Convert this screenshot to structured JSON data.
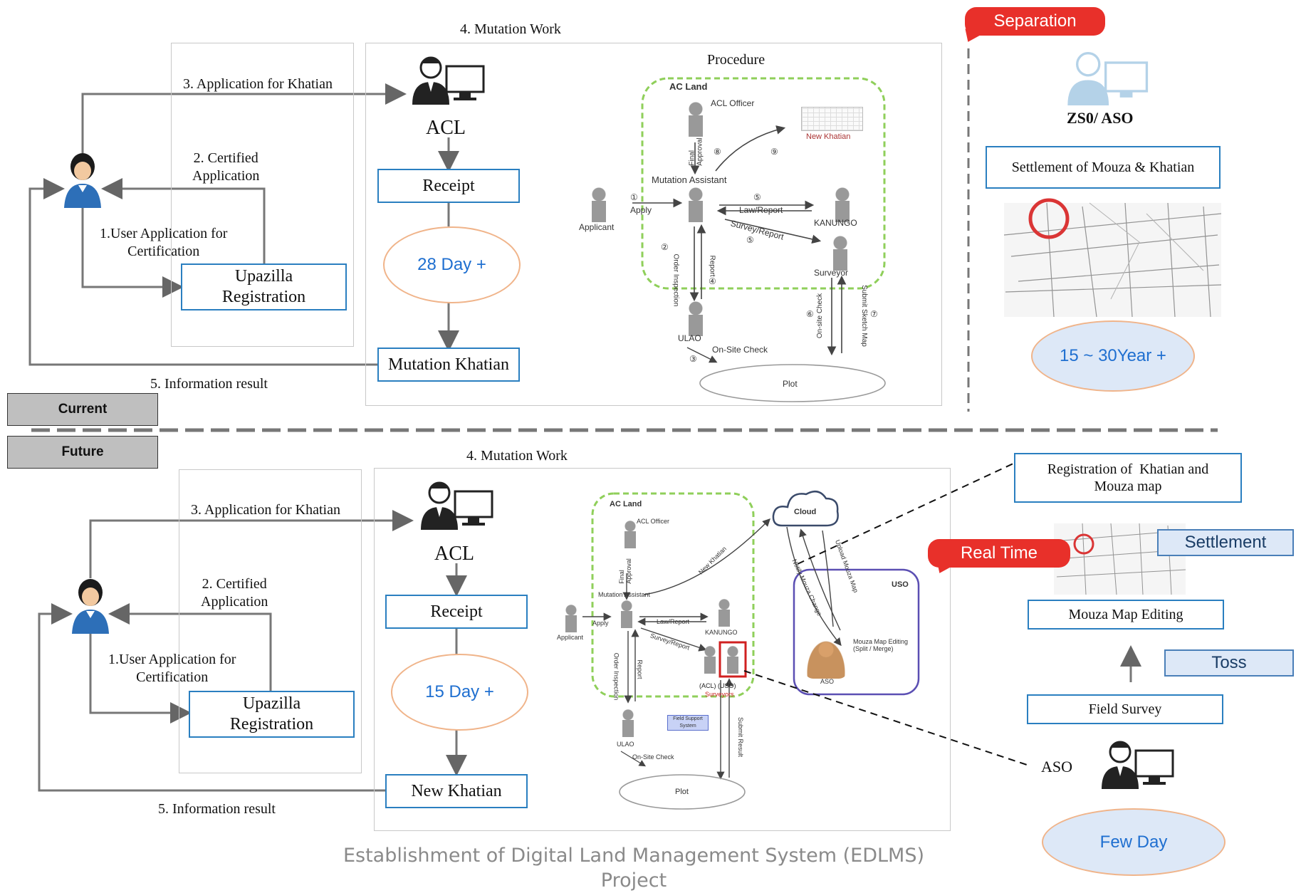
{
  "current": {
    "tab": "Current",
    "mutation_work": "4. Mutation Work",
    "application_for_khatian": "3. Application for Khatian",
    "certified_application": "2. Certified\nApplication",
    "user_application": "1.User Application for\nCertification",
    "upazilla_registration": "Upazilla\nRegistration",
    "information_result": "5. Information result",
    "acl": "ACL",
    "receipt": "Receipt",
    "duration": "28 Day +",
    "mutation_khatian": "Mutation  Khatian",
    "procedure_title": "Procedure",
    "procedure": {
      "ac_land": "AC Land",
      "acl_officer": "ACL Officer",
      "new_khatian": "New Khatian",
      "final_approval": "Final\nApproval",
      "mutation_assistant": "Mutation Assistant",
      "applicant": "Applicant",
      "apply": "Apply",
      "law_report": "Law/Report",
      "survey_report": "Survey/Report",
      "kanungo": "KANUNGO",
      "surveyor": "Surveyor",
      "order_inspection": "Order Inspection",
      "report": "Report",
      "on_site_check_v": "On-site Check",
      "submit_sketch_map": "Submit Sketch Map",
      "ulao": "ULAO",
      "on_site_check": "On-Site Check",
      "plot": "Plot",
      "n1": "①",
      "n2": "②",
      "n3": "③",
      "n4": "④",
      "n5": "⑤",
      "n6": "⑥",
      "n7": "⑦",
      "n8": "⑧",
      "n9": "⑨"
    },
    "separation": "Separation",
    "zso_aso": "ZS0/ ASO",
    "settlement_box": "Settlement of Mouza & Khatian",
    "long_duration": "15 ~ 30Year +"
  },
  "future": {
    "tab": "Future",
    "mutation_work": "4. Mutation Work",
    "application_for_khatian": "3. Application for Khatian",
    "certified_application": "2. Certified\nApplication",
    "user_application": "1.User Application for\nCertification",
    "upazilla_registration": "Upazilla\nRegistration",
    "information_result": "5. Information result",
    "acl": "ACL",
    "receipt": "Receipt",
    "duration": "15 Day +",
    "new_khatian": "New Khatian",
    "procedure": {
      "ac_land": "AC Land",
      "acl_officer": "ACL Officer",
      "final_approval": "Final\nApproval",
      "new_khatian": "New Khatian",
      "cloud": "Cloud",
      "mutation_assistant": "Mutation Assistant",
      "applicant": "Applicant",
      "apply": "Apply",
      "law_report": "Law/Report",
      "survey_report": "Survey/Report",
      "kanungo": "KANUNGO",
      "acl_uso": "(ACL) (USO)",
      "surveyors": "Surveyors",
      "order_inspection": "Order Inspection",
      "report": "Report",
      "ulao": "ULAO",
      "on_site_check": "On-Site Check",
      "field_support_system": "Field Support\nSystem",
      "submit_result": "Submit Result",
      "plot": "Plot",
      "uso": "USO",
      "mouza_map_editing_split": "Mouza Map Editing\n(Split / Merge)",
      "aso": "ASO",
      "notify_mouza_change": "Notify Mouza Change",
      "upload_mouza_map": "Upload Mouza Map"
    },
    "real_time": "Real Time",
    "registration_box": "Registration of  Khatian and\nMouza map",
    "settlement": "Settlement",
    "mouza_map_editing": "Mouza Map Editing",
    "toss": "Toss",
    "field_survey": "Field Survey",
    "aso": "ASO",
    "few_day": "Few Day"
  },
  "footer": "Establishment of Digital Land Management System (EDLMS)\nProject",
  "colors": {
    "blue_box": "#2a7fc0",
    "oval_border": "#f0b48a",
    "callout_red": "#e8302a",
    "green_dash": "#8fcf5a",
    "purple": "#5b4fb3"
  }
}
